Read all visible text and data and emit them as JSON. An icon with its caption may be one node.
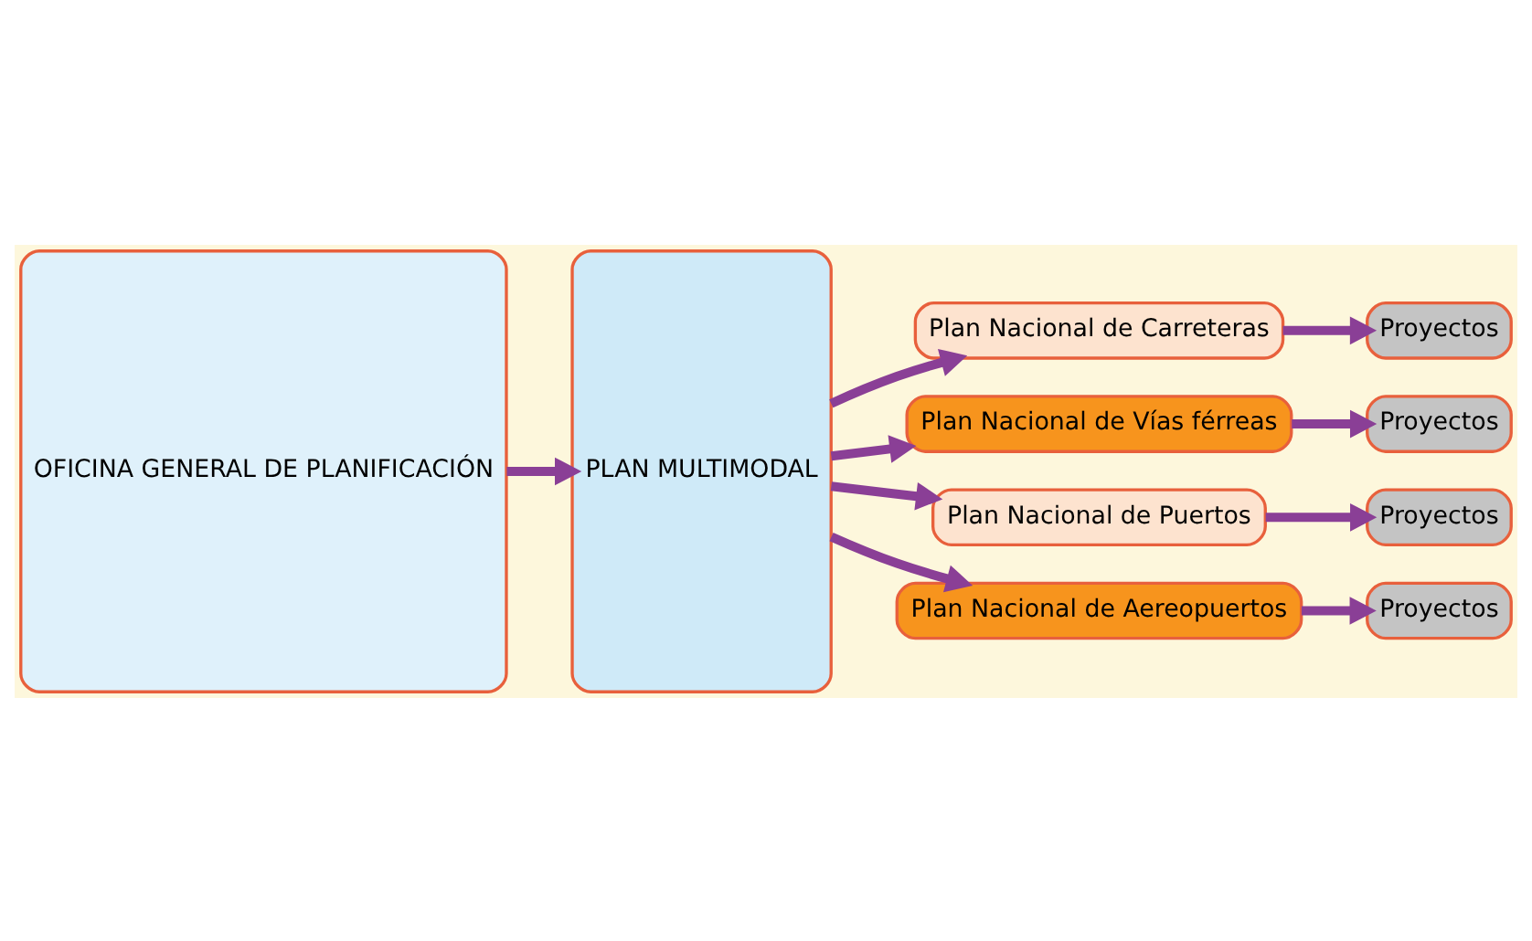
{
  "diagram": {
    "nodes": [
      {
        "text": [
          "OFICINA GENERAL DE PLANIFICACIÓN"
        ]
      },
      {
        "text": [
          "PLAN MULTIMODAL"
        ]
      },
      {
        "text": [
          "Plan Nacional de Carreteras"
        ]
      },
      {
        "text": [
          "Plan Nacional de Vías férreas"
        ]
      },
      {
        "text": [
          "Plan Nacional de Puertos"
        ]
      },
      {
        "text": [
          "Plan Nacional de Aereopuertos"
        ]
      },
      {
        "text": [
          "Proyectos"
        ]
      },
      {
        "text": [
          "Proyectos"
        ]
      },
      {
        "text": [
          "Proyectos"
        ]
      },
      {
        "text": [
          "Proyectos"
        ]
      }
    ],
    "edges": [
      {
        "from": 0,
        "to": 1,
        "arrow": "to"
      },
      {
        "from": 1,
        "to": 2,
        "arrow": "to"
      },
      {
        "from": 1,
        "to": 3,
        "arrow": "to"
      },
      {
        "from": 1,
        "to": 4,
        "arrow": "to"
      },
      {
        "from": 1,
        "to": 5,
        "arrow": "to"
      },
      {
        "from": 2,
        "to": 6,
        "arrow": "to"
      },
      {
        "from": 3,
        "to": 7,
        "arrow": "to"
      },
      {
        "from": 4,
        "to": 8,
        "arrow": "to"
      },
      {
        "from": 5,
        "to": 9,
        "arrow": "to"
      }
    ]
  }
}
